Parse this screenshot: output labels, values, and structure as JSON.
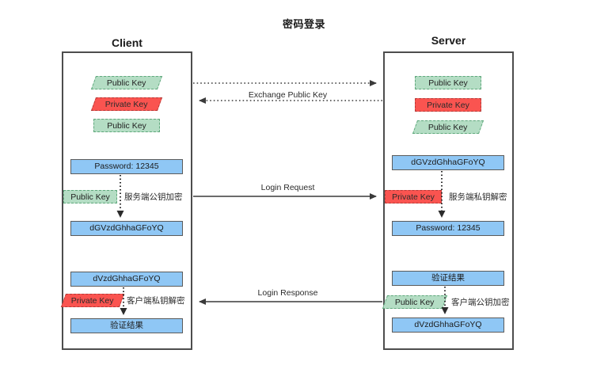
{
  "title": "密码登录",
  "columns": {
    "client": {
      "label": "Client"
    },
    "server": {
      "label": "Server"
    }
  },
  "client": {
    "keys": [
      {
        "name": "public-key-remote",
        "label": "Public Key",
        "color": "#b4ddc4",
        "shape": "parallelogram"
      },
      {
        "name": "private-key-own",
        "label": "Private Key",
        "color": "#fa5450",
        "shape": "parallelogram"
      },
      {
        "name": "public-key-own",
        "label": "Public Key",
        "color": "#b4ddc4",
        "shape": "rectangle"
      }
    ],
    "encrypt": {
      "input": "Password: 12345",
      "key_label": "Public Key",
      "note": "服务端公钥加密",
      "output": "dGVzdGhhaGFoYQ"
    },
    "decrypt": {
      "input": "dVzdGhhaGFoYQ",
      "key_label": "Private Key",
      "note": "客户端私钥解密",
      "output": "验证结果"
    }
  },
  "server": {
    "keys": [
      {
        "name": "public-key-own",
        "label": "Public Key",
        "color": "#b4ddc4",
        "shape": "rectangle"
      },
      {
        "name": "private-key-own",
        "label": "Private Key",
        "color": "#fa5450",
        "shape": "rectangle"
      },
      {
        "name": "public-key-remote",
        "label": "Public Key",
        "color": "#b4ddc4",
        "shape": "parallelogram"
      }
    ],
    "decrypt": {
      "input": "dGVzdGhhaGFoYQ",
      "key_label": "Private Key",
      "note": "服务端私钥解密",
      "output": "Password: 12345"
    },
    "encrypt": {
      "input": "验证结果",
      "key_label": "Public Key",
      "note": "客户端公钥加密",
      "output": "dVzdGhhaGFoYQ"
    }
  },
  "flows": [
    {
      "name": "exchange-public-key",
      "label": "Exchange Public Key",
      "style": "dotted",
      "direction": "both"
    },
    {
      "name": "login-request",
      "label": "Login Request",
      "style": "solid",
      "direction": "right"
    },
    {
      "name": "login-response",
      "label": "Login Response",
      "style": "solid",
      "direction": "left"
    }
  ],
  "colors": {
    "green": "#b4ddc4",
    "red": "#fa5450",
    "blue": "#8fc7f5",
    "border": "#4d4d4d"
  }
}
